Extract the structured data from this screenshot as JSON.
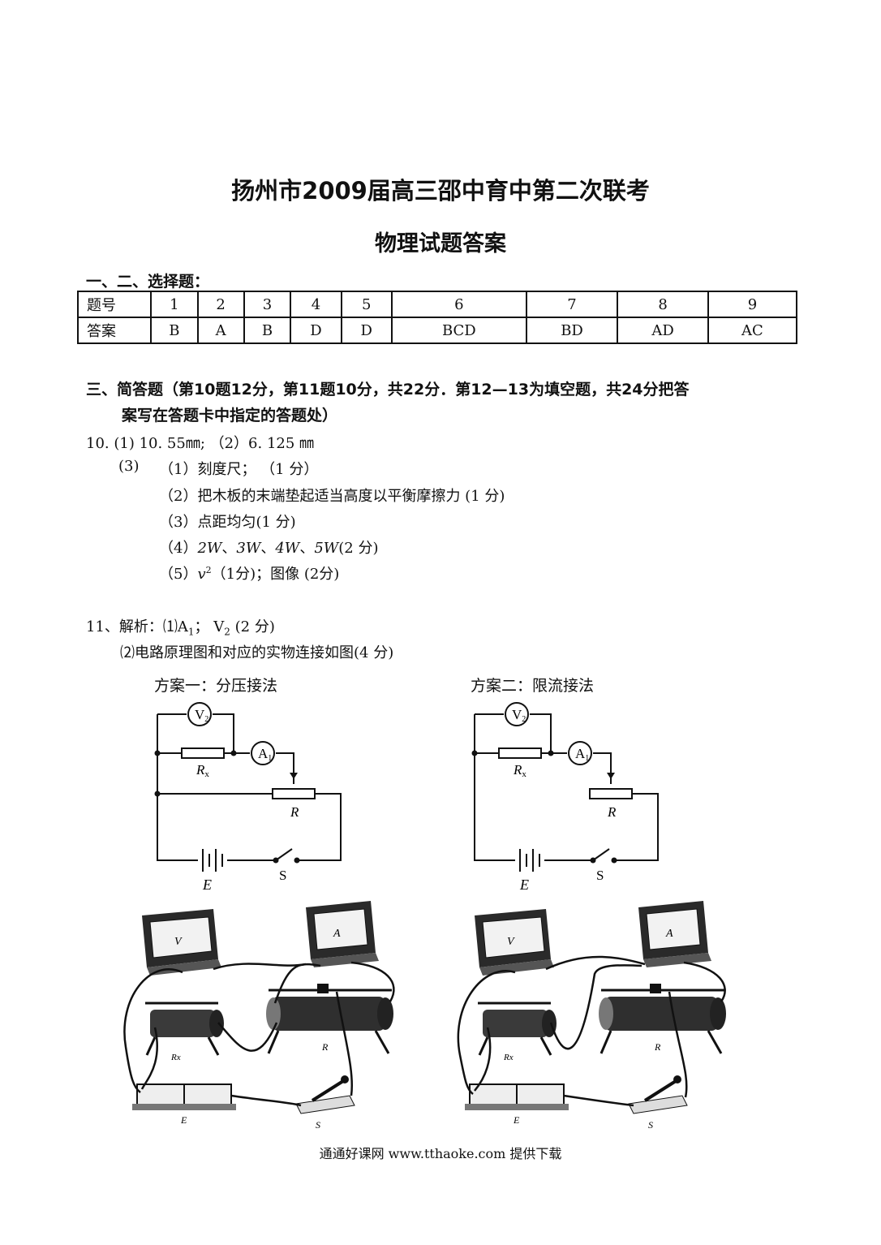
{
  "title": "扬州市2009届高三邵中育中第二次联考",
  "subtitle": "物理试题答案",
  "section1": "一、二、选择题：",
  "table": {
    "row1_label": "题号",
    "row2_label": "答案",
    "numbers": [
      "1",
      "2",
      "3",
      "4",
      "5",
      "6",
      "7",
      "8",
      "9"
    ],
    "answers": [
      "B",
      "A",
      "B",
      "D",
      "D",
      "BCD",
      "BD",
      "AD",
      "AC"
    ]
  },
  "section3": {
    "line1": "三、简答题（第10题12分，第11题10分，共22分．第12—13为填空题，共24分把答",
    "line2": "案写在答题卡中指定的答题处）"
  },
  "q10": {
    "line1": "10. (1)  10. 55㎜;  （2）6. 125  ㎜",
    "sub_label": "(3)",
    "item1": "（1）刻度尺；     （1 分）",
    "item2": "（2）把木板的末端垫起适当高度以平衡摩擦力 (1 分)",
    "item3": "（3）点距均匀(1 分)",
    "item4_prefix": "（4）",
    "item4_w1": "2W",
    "item4_w2": "3W",
    "item4_w3": "4W",
    "item4_w4": "5W",
    "item4_sep": "、",
    "item4_suffix": "(2 分)",
    "item5_prefix": "（5）",
    "item5_v": "v",
    "item5_sup": "2",
    "item5_suffix": "（1分)；图像  (2分)"
  },
  "q11": {
    "line1_prefix": "11、解析：⑴A",
    "line1_sub1": "1",
    "line1_mid": "；     V",
    "line1_sub2": "2",
    "line1_suffix": "   (2 分)",
    "line2": "⑵电路原理图和对应的实物连接如图(4 分)"
  },
  "scheme1": "方案一：分压接法",
  "scheme2": "方案二：限流接法",
  "circuit_labels": {
    "voltmeter": "V",
    "voltmeter_sub": "2",
    "ammeter": "A",
    "ammeter_sub": "1",
    "rx": "R",
    "rx_sub": "x",
    "r": "R",
    "e": "E",
    "s": "S"
  },
  "apparatus_labels": {
    "voltmeter_face": "V",
    "ammeter_face": "A",
    "rx": "Rx",
    "r": "R",
    "e": "E",
    "s": "S"
  },
  "footer": "通通好课网  www.tthaoke.com  提供下载"
}
